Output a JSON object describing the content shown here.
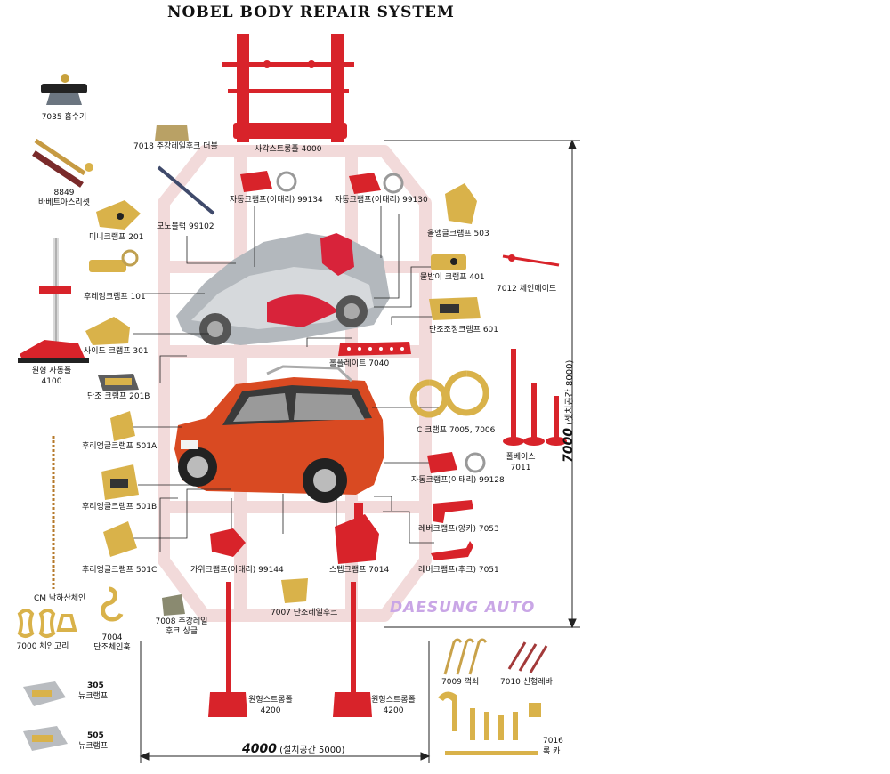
{
  "title": "NOBEL BODY REPAIR SYSTEM",
  "watermark": "DAESUNG AUTO",
  "dimensions": {
    "height_value": "7000",
    "height_note": "(셋치공간 8000)",
    "width_value": "4000",
    "width_note": "(설치공간 5000)"
  },
  "labels": {
    "l7035": "7035 흡수기",
    "l8849a": "8849",
    "l8849b": "바베트아스리셋",
    "l7018": "7018 주강레일후크 더블",
    "l4000": "사각스트롱폴 4000",
    "l99134": "자동크램프(이태리) 99134",
    "l99130": "자동크램프(이태리) 99130",
    "l503": "올앵글크램프 503",
    "l201": "미니크램프 201",
    "l99102": "모노블럭 99102",
    "l401": "물받이 크램프 401",
    "l7012": "7012 체인메이드",
    "l101": "후레임크램프 101",
    "l601": "단조조정크램프 601",
    "l4100a": "원형 자동폴",
    "l4100b": "4100",
    "l301": "사이드 크램프 301",
    "l7040": "홀플레이트 7040",
    "l201b": "단조 크램프 201B",
    "lC": "C 크램프 7005, 7006",
    "l501a": "후리앵글크램프 501A",
    "l7011a": "폴베이스",
    "l7011b": "7011",
    "l99128": "자동크램프(이태리) 99128",
    "l501b": "후리앵글크램프 501B",
    "l7053": "레버크램프(앙카) 7053",
    "l501c": "후리앵글크램프 501C",
    "l99144": "가위크램프(이태리) 99144",
    "l7014": "스텝크램프 7014",
    "l7051": "레버크램프(후크) 7051",
    "lCM": "CM 낙하산체인",
    "l7008a": "7008 주강레일",
    "l7008b": "후크 싱글",
    "l7007": "7007 단조레일후크",
    "l7000": "7000 체인고리",
    "l7004a": "7004",
    "l7004b": "단조체인훅",
    "l7009": "7009 꺽쇠",
    "l7010": "7010 신형레바",
    "l305a": "305",
    "l305b": "뉴크램프",
    "l4200La": "원형스트롱폴",
    "l4200Lb": "4200",
    "l4200Ra": "원형스트롱폴",
    "l4200Rb": "4200",
    "l505a": "505",
    "l505b": "뉴크램프",
    "l7016a": "7016",
    "l7016b": "록 카"
  },
  "colors": {
    "frame": "#f2dada",
    "tool_red": "#d8232a",
    "tool_gold": "#d9b24a",
    "car_red": "#d94a22",
    "chassis": "#9aa0a6",
    "line": "#222222"
  }
}
